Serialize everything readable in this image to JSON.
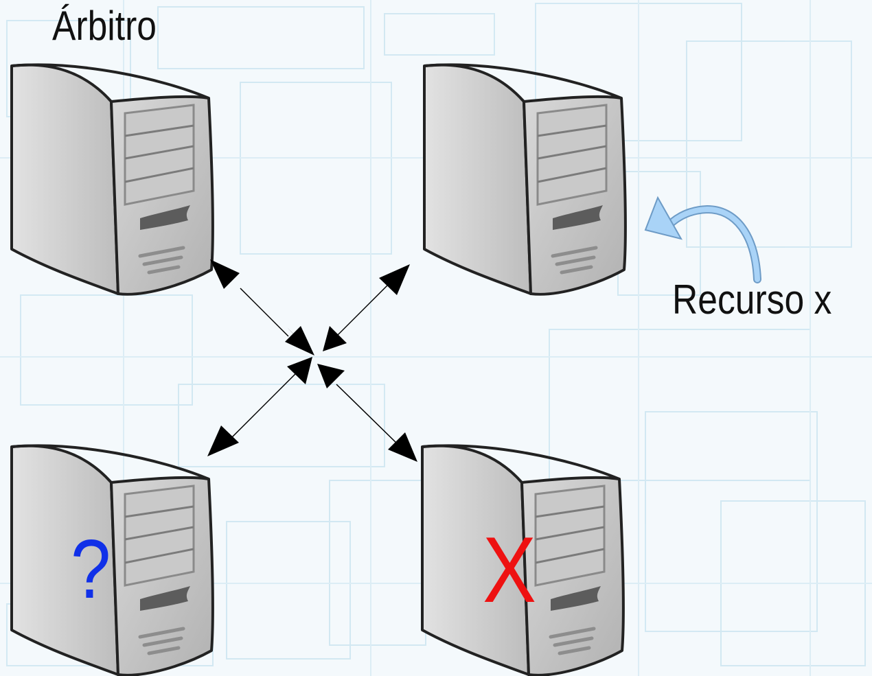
{
  "labels": {
    "arbiter": "Árbitro",
    "resource": "Recurso x",
    "unknown_mark": "?",
    "failed_mark": "X"
  },
  "colors": {
    "background": "#f4f9fc",
    "grid_lines": "#cfe7f2",
    "server_body": "#d6d6d6",
    "server_front": "#c2c2c2",
    "resource_arrow": "#a9d3f7",
    "unknown_mark": "#1030e8",
    "failed_mark": "#ee1111",
    "connector": "#000000"
  },
  "nodes": [
    {
      "id": "arbiter-server",
      "role": "Árbitro"
    },
    {
      "id": "resource-server",
      "role": "Recurso x"
    },
    {
      "id": "unknown-server",
      "role": "?"
    },
    {
      "id": "failed-server",
      "role": "X"
    }
  ],
  "icons": {
    "server": "server-tower-icon",
    "resource_pointer": "curved-arrow-icon",
    "link": "double-headed-arrow"
  }
}
